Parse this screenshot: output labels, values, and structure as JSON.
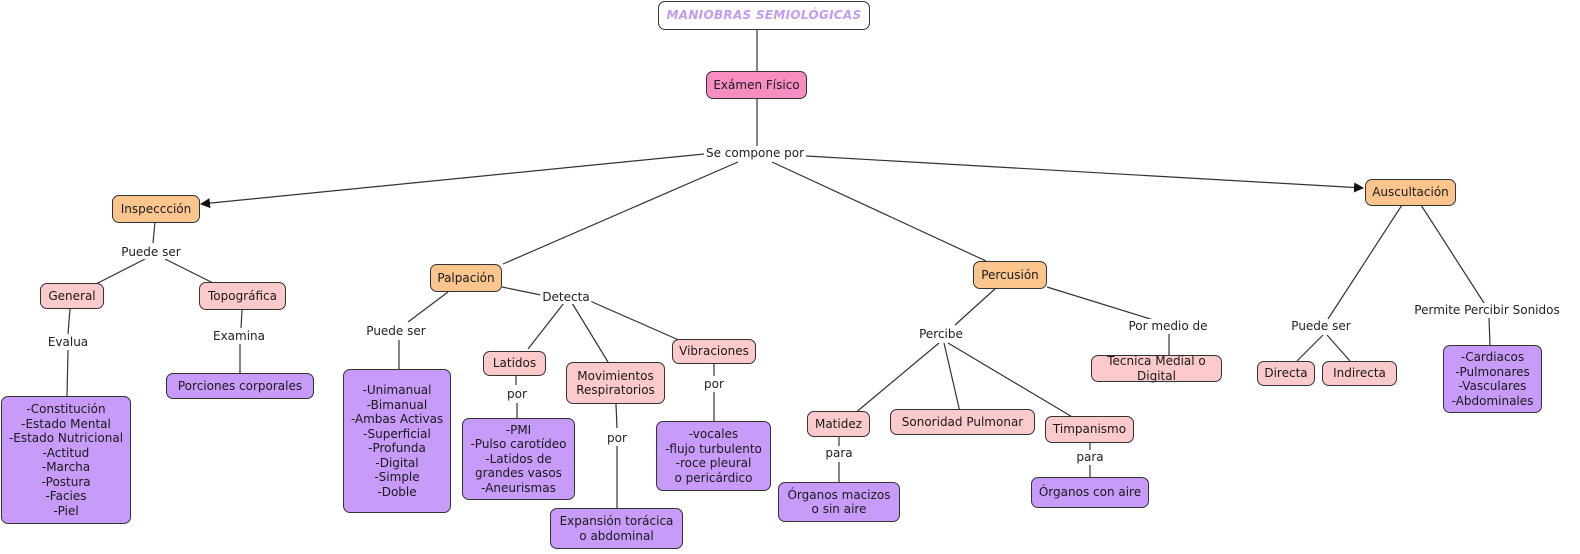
{
  "title": "MANIOBRAS SEMIOLÓGICAS",
  "colors": {
    "title_text": "#c39bf0",
    "root": "#f78dc0",
    "level1": "#fcc58e",
    "level2": "#fccaca",
    "leaf": "#c79bfa",
    "line": "#333333"
  },
  "nodes": {
    "title": "MANIOBRAS SEMIOLÓGICAS",
    "examen": "Exámen Físico",
    "inspeccion": "Inspeccción",
    "palpacion": "Palpación",
    "percusion": "Percusión",
    "auscultacion": "Auscultación",
    "general": "General",
    "topografica": "Topográfica",
    "general_list": "-Constitución\n-Estado Mental\n-Estado Nutricional\n-Actitud\n-Marcha\n-Postura\n-Facies\n-Piel",
    "porciones": "Porciones corporales",
    "palp_tipos": "-Unimanual\n-Bimanual\n-Ambas Activas\n-Superficial\n-Profunda\n-Digital\n-Simple\n-Doble",
    "latidos": "Latidos",
    "movimientos": "Movimientos\nRespiratorios",
    "vibraciones": "Vibraciones",
    "latidos_list": "-PMI\n-Pulso carotídeo\n-Latidos de\ngrandes vasos\n-Aneurismas",
    "expansion": "Expansión torácica\no abdominal",
    "vibraciones_list": "-vocales\n-flujo turbulento\n-roce pleural\no pericárdico",
    "matidez": "Matidez",
    "sonoridad": "Sonoridad Pulmonar",
    "timpanismo": "Timpanismo",
    "tecnica": "Tecnica Medial o Digital",
    "organos_macizos": "Órganos macizos\no sin aire",
    "organos_aire": "Órganos con aire",
    "directa": "Directa",
    "indirecta": "Indirecta",
    "sonidos_list": "-Cardiacos\n-Pulmonares\n-Vasculares\n-Abdominales"
  },
  "links": {
    "se_compone": "Se compone por",
    "insp_puede": "Puede ser",
    "evalua": "Evalua",
    "examina": "Examina",
    "palp_puede": "Puede ser",
    "detecta": "Detecta",
    "lat_por": "por",
    "mov_por": "por",
    "vib_por": "por",
    "percibe": "Percibe",
    "por_medio": "Por medio de",
    "mat_para": "para",
    "tim_para": "para",
    "ausc_puede": "Puede ser",
    "permite": "Permite Percibir Sonidos"
  }
}
